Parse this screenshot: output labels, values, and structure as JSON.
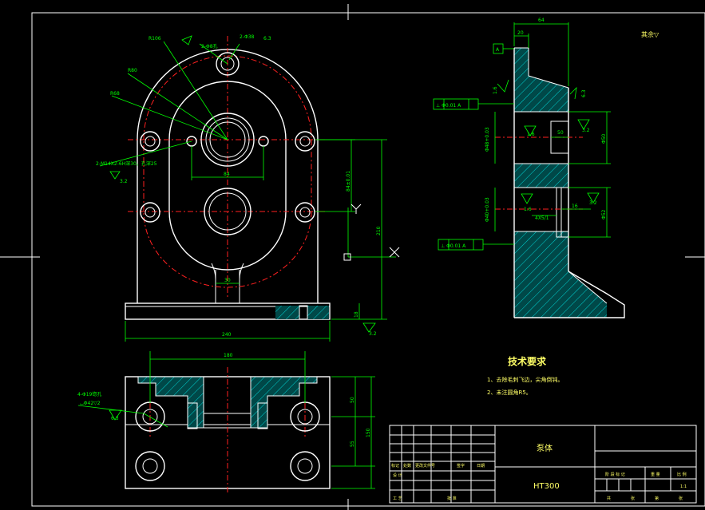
{
  "colors": {
    "background": "#000000",
    "outline": "#ffffff",
    "dimension": "#00ff00",
    "centerline": "#ff2020",
    "hatch": "#00c8c8",
    "title_text": "#ffff66"
  },
  "front_view": {
    "callout_r106": "R106",
    "callout_r80": "R80",
    "callout_r68": "R68",
    "callout_holes": "2-M14X2-6H深30，孔深25",
    "callout_holes_rough": "3.2",
    "callout_top_hole": "2-Φ8孔",
    "callout_top_chamfer": "2-Φ38",
    "callout_top_rough": "6.3",
    "dim_center_spacing": "84",
    "dim_vertical": "84±0.01",
    "dim_height": "210",
    "dim_neck": "30",
    "dim_base": "18",
    "dim_width": "240",
    "base_rough": "3.2"
  },
  "bottom_view": {
    "dim_width": "180",
    "dim_top": "50",
    "dim_bottom": "55",
    "dim_total": "150",
    "callout_holes": "4-Φ19锪孔",
    "callout_depth": "⌴Φ42▽2",
    "callout_rough": "6.3"
  },
  "side_view": {
    "dim_top_width": "64",
    "dim_small": "20",
    "datum_label": "A",
    "tol_upper": "⊥ Φ0.01 A",
    "tol_lower": "⊥ Φ0.01 A",
    "dim_bore_upper": "Φ50",
    "dim_bore_upper_tol": "Φ48+0.03",
    "dim_upper_depth": "50",
    "dim_bore_lower": "Φ40+0.03",
    "dim_bore_lower_label": "Φ52",
    "dim_lower_depth": "16",
    "dim_lower_note": "4X5/1",
    "rough_16": "1.6",
    "rough_63": "6.3",
    "rough_32a": "3.2",
    "rough_32b": "3.2",
    "rough_16b": "1.6",
    "rough_16c": "1.6"
  },
  "top_right_note": "其余▽",
  "tech_requirements": {
    "title": "技术要求",
    "items": [
      "1、去除毛刺飞边，尖角倒钝。",
      "2、未注圆角R5。"
    ]
  },
  "title_block": {
    "part_name": "泵体",
    "material": "HT300",
    "row_labels_left": [
      "标记",
      "处数",
      "更改文件号",
      "签字",
      "日期"
    ],
    "row_design": "设 计",
    "row_process": "工 艺",
    "row_approve": "批 准",
    "col_stage": "阶 段 标 记",
    "col_weight": "重 量",
    "col_scale": "比 例",
    "scale_value": "1:1",
    "sheet_total": "共",
    "sheet_num": "张",
    "sheet_page": "第",
    "sheet_page2": "张"
  }
}
